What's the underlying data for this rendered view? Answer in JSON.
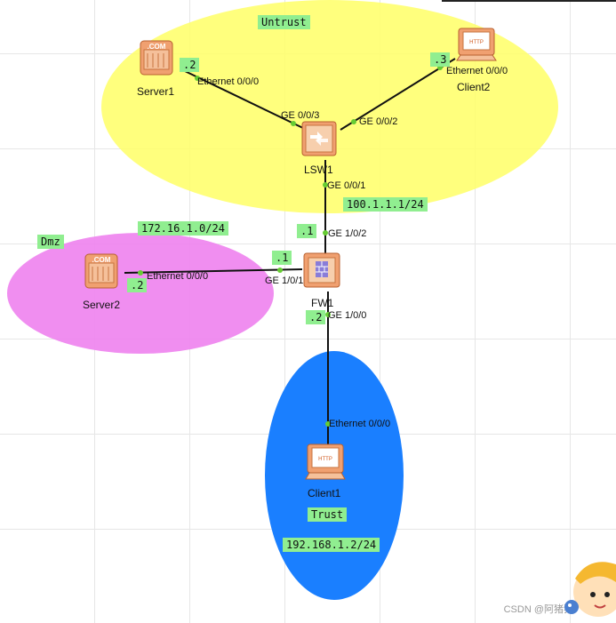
{
  "zones": {
    "untrust": "Untrust",
    "dmz": "Dmz",
    "trust": "Trust"
  },
  "devices": {
    "server1": "Server1",
    "client2": "Client2",
    "lsw1": "LSW1",
    "server2": "Server2",
    "fw1": "FW1",
    "client1": "Client1"
  },
  "icon_text": {
    "com": ".COM",
    "http": "HTTP"
  },
  "ports": {
    "server1_eth": "Ethernet 0/0/0",
    "client2_eth": "Ethernet 0/0/0",
    "lsw_ge003": "GE 0/0/3",
    "lsw_ge002": "GE 0/0/2",
    "lsw_ge001": "GE 0/0/1",
    "fw_ge102": "GE 1/0/2",
    "fw_ge101": "GE 1/0/1",
    "fw_ge100": "GE 1/0/0",
    "server2_eth": "Ethernet 0/0/0",
    "client1_eth": "Ethernet 0/0/0"
  },
  "addresses": {
    "server1_host": ".2",
    "client2_host": ".3",
    "untrust_net": "100.1.1.1/24",
    "fw_untrust_host": ".1",
    "dmz_net": "172.16.1.0/24",
    "fw_dmz_host": ".1",
    "server2_host": ".2",
    "fw_trust_host": ".2",
    "trust_net": "192.168.1.2/24"
  },
  "watermark": "CSDN @阿猪猪",
  "colors": {
    "untrust_zone": "#ffff66",
    "dmz_zone": "#ee82ee",
    "trust_zone": "#1a7fff",
    "label_bg": "#90ee90",
    "port_dot": "#66cc33"
  }
}
